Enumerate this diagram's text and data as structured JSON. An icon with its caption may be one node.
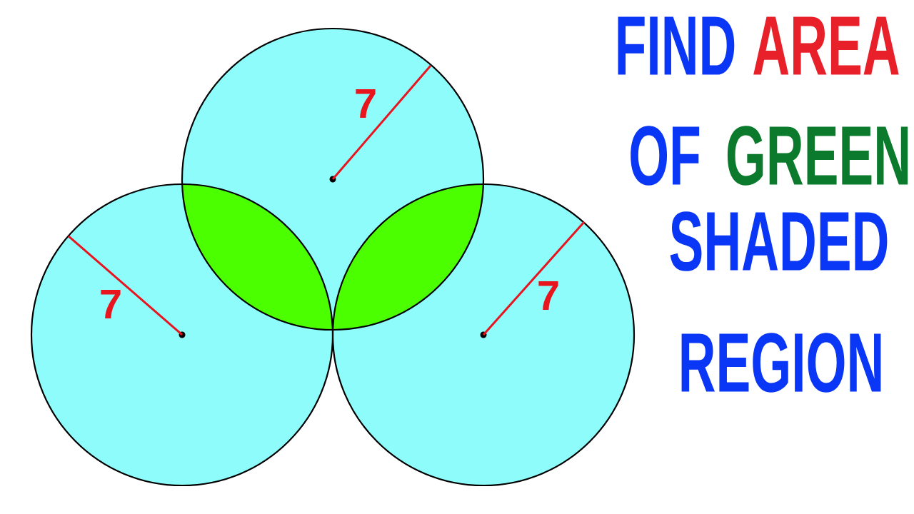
{
  "diagram": {
    "labels": [
      "FIND",
      "AREA",
      "OF",
      "GREEN",
      "SHADED",
      "REGION",
      "7",
      "7",
      "7"
    ]
  }
}
